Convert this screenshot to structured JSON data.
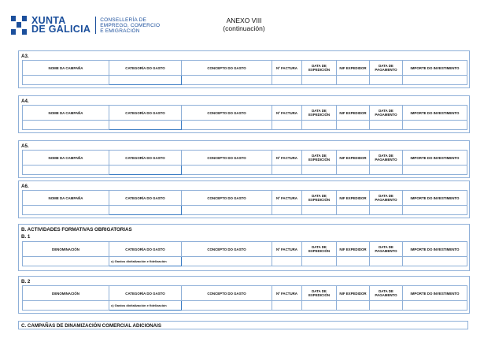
{
  "header": {
    "org_line1": "XUNTA",
    "org_line2": "DE GALICIA",
    "dept_line1": "CONSELLERÍA DE",
    "dept_line2": "EMPREGO, COMERCIO",
    "dept_line3": "E EMIGRACIÓN",
    "annex_title": "ANEXO VIII",
    "annex_subtitle": "(continuación)"
  },
  "campaign_columns": [
    "NOME DA CAMPAÑA",
    "CATEGORÍA DO GASTO",
    "CONCEPTO DO GASTO",
    "Nº FACTURA",
    "DATA DE EXPEDICIÓN",
    "NIF EXPEDIDOR",
    "DATA DE PAGAMENTO",
    "IMPORTE DO INVESTIMENTO"
  ],
  "training_columns": [
    "DENOMINACIÓN",
    "CATEGORÍA DO GASTO",
    "CONCEPTO DO GASTO",
    "Nº FACTURA",
    "DATA DE EXPEDICIÓN",
    "NIF EXPEDIDOR",
    "DATA DE PAGAMENTO",
    "IMPORTE DO INVESTIMENTO"
  ],
  "sections": {
    "a3": "A3.",
    "a4": "A4.",
    "a5": "A5.",
    "a6": "A6.",
    "b": "B. ACTIVIDADES FORMATIVAS OBRIGATORIAS",
    "b1": "B. 1",
    "b2": "B. 2",
    "c": "C. CAMPAÑAS DE DINAMIZACIÓN COMERCIAL ADICIONAIS"
  },
  "b_category_value": "c) Gastos dixitalización e fidelización",
  "colors": {
    "brand": "#1b4f9c",
    "border": "#8fb0d8"
  }
}
